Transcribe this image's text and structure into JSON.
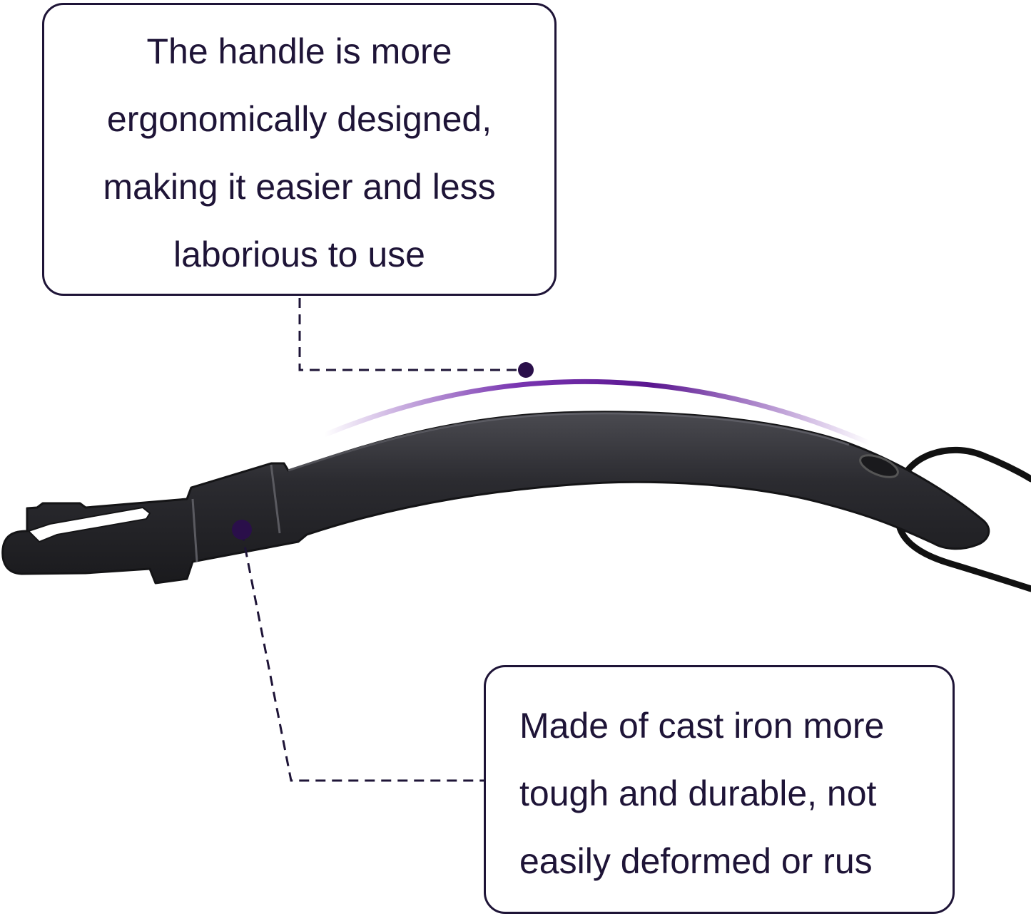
{
  "callouts": {
    "handle": {
      "lines": [
        "The handle is more",
        "ergonomically designed,",
        "making it easier and less",
        "laborious to use"
      ]
    },
    "material": {
      "lines": [
        "Made of cast iron more",
        "tough and durable, not",
        "easily deformed or rus"
      ]
    }
  },
  "colors": {
    "text": "#1e1437",
    "tool": "#2a2a2e",
    "accent": "#6a1fa8",
    "dot": "#2a0f4a"
  },
  "icons": {
    "tool": "cast-iron-lifter-image",
    "strap": "black-cord-loop"
  }
}
